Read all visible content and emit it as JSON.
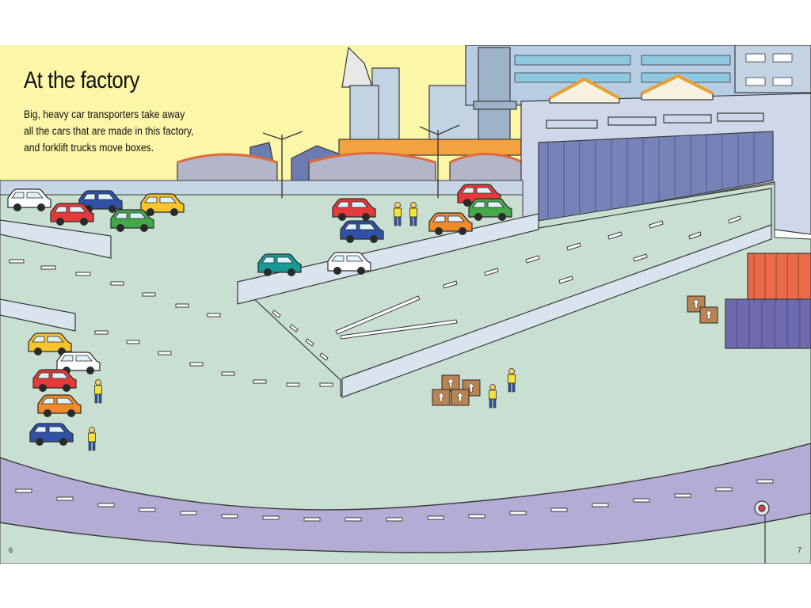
{
  "spread": {
    "title": "At the factory",
    "text_lines": [
      "Big, heavy car transporters take away",
      "all the cars that are made in this factory,",
      "and forklift trucks move boxes."
    ],
    "page_left": "6",
    "page_right": "7"
  },
  "colors": {
    "sky": "#fbf6a8",
    "ground": "#c9dfd1",
    "road": "#b4acd4",
    "building": "#c7d4e6",
    "car_red": "#e53a3a",
    "car_blue": "#2f52a8",
    "car_yellow": "#f7c52b",
    "car_green": "#45a84a",
    "car_orange": "#f08a2c",
    "car_teal": "#1a9a96",
    "car_white": "#ffffff",
    "container_orange": "#ec6a45",
    "container_purple": "#6d6ab0",
    "box_brown": "#b98352"
  },
  "icons": [
    "car-icon",
    "worker-icon",
    "box-icon",
    "container-icon",
    "streetlight-icon",
    "road-sign-icon",
    "warehouse-icon"
  ]
}
